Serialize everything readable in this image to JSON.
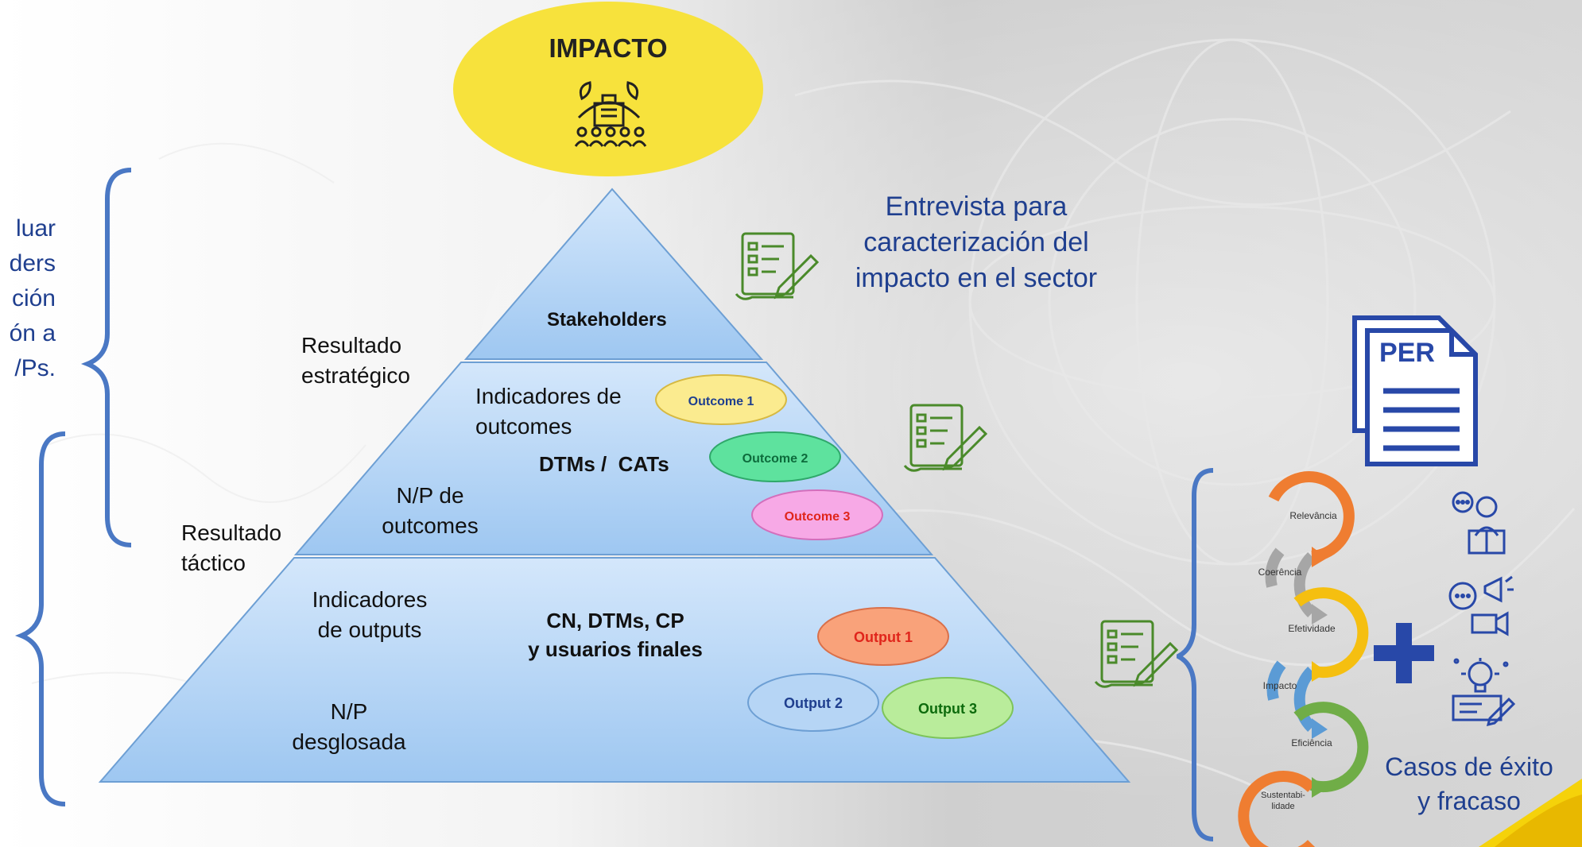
{
  "impact": {
    "title": "IMPACTO",
    "icon": "community-impact-icon"
  },
  "left_text": {
    "lines": [
      "luar",
      "ders",
      "ción",
      "ón a",
      "/Ps."
    ],
    "color": "#1f3f8f"
  },
  "interview_text": {
    "lines": [
      "Entrevista para",
      "caracterización del",
      "impacto en el sector"
    ]
  },
  "pyramid": {
    "top": {
      "label": "Stakeholders"
    },
    "middle": {
      "indicators": [
        "Indicadores de",
        "outcomes"
      ],
      "center": "DTMs /  CATs",
      "np": [
        "N/P de",
        "outcomes"
      ],
      "outcomes": [
        {
          "label": "Outcome 1",
          "fill": "#fbeb8f",
          "text_color": "#1f3f8f"
        },
        {
          "label": "Outcome 2",
          "fill": "#5ee29e",
          "text_color": "#0d6b3c"
        },
        {
          "label": "Outcome 3",
          "fill": "#f7a9e6",
          "text_color": "#e0251b"
        }
      ]
    },
    "bottom": {
      "indicators": [
        "Indicadores",
        "de outputs"
      ],
      "center": [
        "CN, DTMs, CP",
        "y usuarios finales"
      ],
      "np": [
        "N/P",
        "desglosada"
      ],
      "outputs": [
        {
          "label": "Output 1",
          "fill": "#f9a27a",
          "text_color": "#e0251b"
        },
        {
          "label": "Output 2",
          "fill": "#b6d5f5",
          "text_color": "#1f3f8f"
        },
        {
          "label": "Output 3",
          "fill": "#b9ec9b",
          "text_color": "#0d6b0d"
        }
      ]
    },
    "colors": {
      "fill": "#a9cff5",
      "stroke": "#6d9fd4"
    }
  },
  "side_labels": {
    "strategic": [
      "Resultado",
      "estratégico"
    ],
    "tactical": [
      "Resultado",
      "táctico"
    ]
  },
  "per_doc": {
    "label": "PER",
    "color": "#2848a8"
  },
  "cycle": {
    "items": [
      {
        "label": "Relevância",
        "color": "#ef7d31"
      },
      {
        "label": "Coerência",
        "color": "#a6a6a6"
      },
      {
        "label": "Efetividade",
        "color": "#f5bf10"
      },
      {
        "label": "Impacto",
        "color": "#5b9bd5"
      },
      {
        "label": "Eficiência",
        "color": "#70ad47"
      },
      {
        "label": "Sustentabi-lidade",
        "lines": [
          "Sustentabi-",
          "lidade"
        ],
        "color": "#ef7d31"
      }
    ]
  },
  "plus_color": "#2848a8",
  "cases": {
    "lines": [
      "Casos de éxito",
      "y fracaso"
    ],
    "icons": [
      "reader-speech-icon",
      "video-megaphone-icon",
      "idea-lightbulb-icon"
    ]
  },
  "checklist_icons": [
    "checklist-pen-icon",
    "checklist-pen-icon",
    "checklist-pen-icon"
  ],
  "accent_color": "#f5d20a"
}
